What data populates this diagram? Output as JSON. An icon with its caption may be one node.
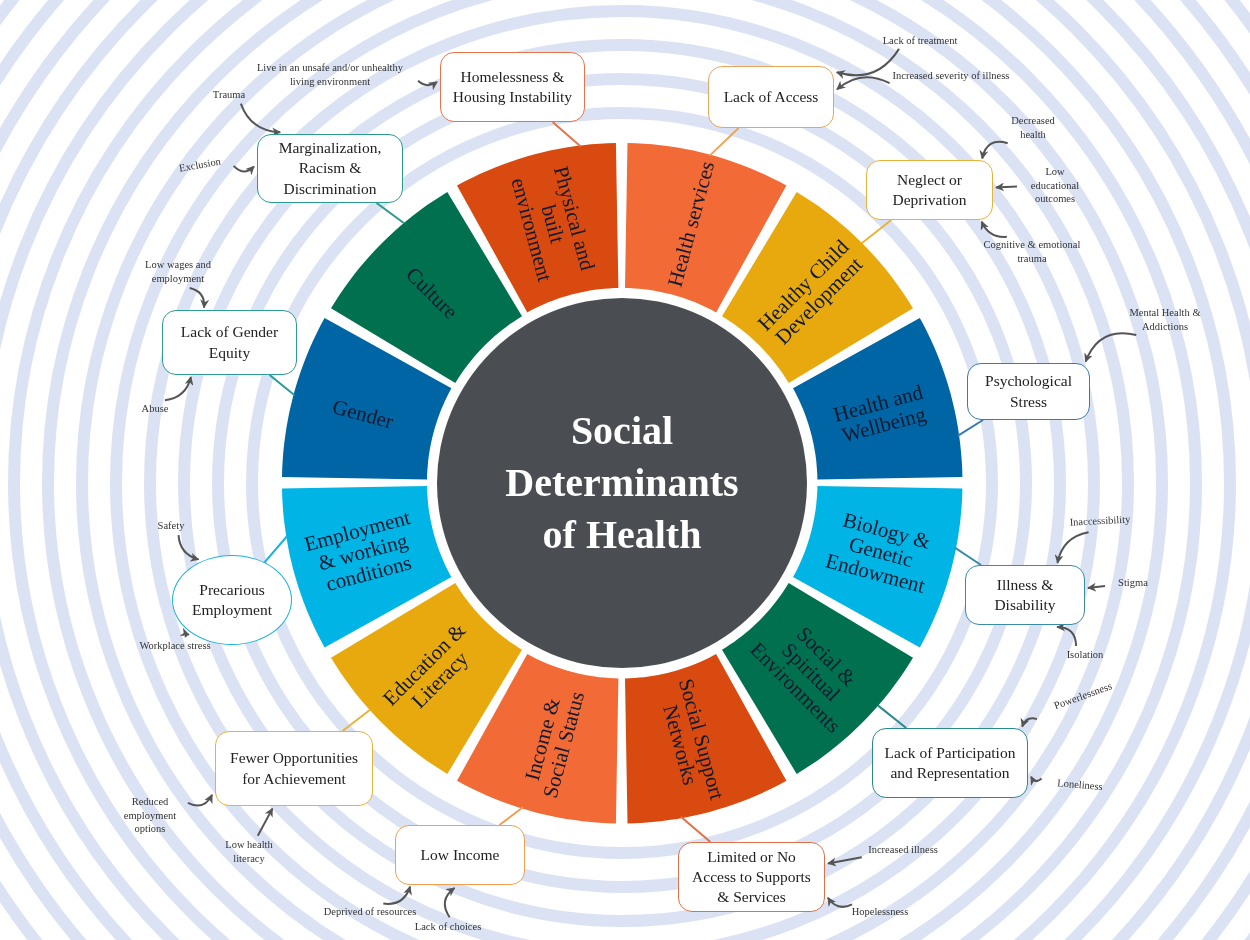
{
  "diagram": {
    "nodes": [
      {
        "text": [
          "Social Determinants of Health"
        ]
      },
      {
        "text": [
          "Health services"
        ]
      },
      {
        "text": [
          "Healthy Child Development"
        ]
      },
      {
        "text": [
          "Health and Wellbeing"
        ]
      },
      {
        "text": [
          "Biology & Genetic Endowment"
        ]
      },
      {
        "text": [
          "Social & Spiritual Environments"
        ]
      },
      {
        "text": [
          "Social Support Networks"
        ]
      },
      {
        "text": [
          "Income & Social Status"
        ]
      },
      {
        "text": [
          "Education & Literacy"
        ]
      },
      {
        "text": [
          "Employment & working conditions"
        ]
      },
      {
        "text": [
          "Gender"
        ]
      },
      {
        "text": [
          "Culture"
        ]
      },
      {
        "text": [
          "Physical and built environment"
        ]
      },
      {
        "text": [
          "Lack of Access"
        ]
      },
      {
        "text": [
          "Neglect or Deprivation"
        ]
      },
      {
        "text": [
          "Psychological Stress"
        ]
      },
      {
        "text": [
          "Illness & Disability"
        ]
      },
      {
        "text": [
          "Lack of Participation and Representation"
        ]
      },
      {
        "text": [
          "Limited or No Access to Supports & Services"
        ]
      },
      {
        "text": [
          "Low Income"
        ]
      },
      {
        "text": [
          "Fewer Opportunities for Achievement"
        ]
      },
      {
        "text": [
          "Precarious Employment"
        ]
      },
      {
        "text": [
          "Lack of Gender Equity"
        ]
      },
      {
        "text": [
          "Marginalization, Racism & Discrimination"
        ]
      },
      {
        "text": [
          "Homelessness & Housing Instability"
        ]
      },
      {
        "text": [
          "Lack of treatment"
        ]
      },
      {
        "text": [
          "Increased severity of illness"
        ]
      },
      {
        "text": [
          "Decreased health"
        ]
      },
      {
        "text": [
          "Low educational outcomes"
        ]
      },
      {
        "text": [
          "Cognitive & emotional trauma"
        ]
      },
      {
        "text": [
          "Mental Health & Addictions"
        ]
      },
      {
        "text": [
          "Inaccessibility"
        ]
      },
      {
        "text": [
          "Stigma"
        ]
      },
      {
        "text": [
          "Isolation"
        ]
      },
      {
        "text": [
          "Powerlessness"
        ]
      },
      {
        "text": [
          "Loneliness"
        ]
      },
      {
        "text": [
          "Increased illness"
        ]
      },
      {
        "text": [
          "Hopelessness"
        ]
      },
      {
        "text": [
          "Deprived of resources"
        ]
      },
      {
        "text": [
          "Lack of choices"
        ]
      },
      {
        "text": [
          "Reduced employment options"
        ]
      },
      {
        "text": [
          "Low health literacy"
        ]
      },
      {
        "text": [
          "Safety"
        ]
      },
      {
        "text": [
          "Workplace stress"
        ]
      },
      {
        "text": [
          "Low wages and employment"
        ]
      },
      {
        "text": [
          "Abuse"
        ]
      },
      {
        "text": [
          "Trauma"
        ]
      },
      {
        "text": [
          "Exclusion"
        ]
      },
      {
        "text": [
          "Live in an unsafe and/or unhealthy living environment"
        ]
      }
    ],
    "edges": [
      {
        "from": 13,
        "to": 1,
        "arrow": "none",
        "color": "#e9a55a"
      },
      {
        "from": 14,
        "to": 2,
        "arrow": "none",
        "color": "#e8b23a"
      },
      {
        "from": 15,
        "to": 3,
        "arrow": "none",
        "color": "#3a7ab0"
      },
      {
        "from": 16,
        "to": 4,
        "arrow": "none",
        "color": "#3a8aa8"
      },
      {
        "from": 17,
        "to": 5,
        "arrow": "none",
        "color": "#2a8a8a"
      },
      {
        "from": 18,
        "to": 6,
        "arrow": "none",
        "color": "#e0704a"
      },
      {
        "from": 19,
        "to": 7,
        "arrow": "none",
        "color": "#f0a050"
      },
      {
        "from": 20,
        "to": 8,
        "arrow": "none",
        "color": "#e8b23a"
      },
      {
        "from": 21,
        "to": 9,
        "arrow": "none",
        "color": "#1ab0e0"
      },
      {
        "from": 22,
        "to": 10,
        "arrow": "none",
        "color": "#2a9a9a"
      },
      {
        "from": 23,
        "to": 11,
        "arrow": "none",
        "color": "#2a9a8a"
      },
      {
        "from": 24,
        "to": 12,
        "arrow": "none",
        "color": "#e8734a"
      },
      {
        "from": 25,
        "to": 13,
        "arrow": "to"
      },
      {
        "from": 26,
        "to": 13,
        "arrow": "to"
      },
      {
        "from": 27,
        "to": 14,
        "arrow": "to"
      },
      {
        "from": 28,
        "to": 14,
        "arrow": "to"
      },
      {
        "from": 29,
        "to": 14,
        "arrow": "to"
      },
      {
        "from": 30,
        "to": 15,
        "arrow": "to"
      },
      {
        "from": 31,
        "to": 16,
        "arrow": "to"
      },
      {
        "from": 32,
        "to": 16,
        "arrow": "to"
      },
      {
        "from": 33,
        "to": 16,
        "arrow": "to"
      },
      {
        "from": 34,
        "to": 17,
        "arrow": "to"
      },
      {
        "from": 35,
        "to": 17,
        "arrow": "to"
      },
      {
        "from": 36,
        "to": 18,
        "arrow": "to"
      },
      {
        "from": 37,
        "to": 18,
        "arrow": "to"
      },
      {
        "from": 38,
        "to": 19,
        "arrow": "to"
      },
      {
        "from": 39,
        "to": 19,
        "arrow": "to"
      },
      {
        "from": 40,
        "to": 20,
        "arrow": "to"
      },
      {
        "from": 41,
        "to": 20,
        "arrow": "to"
      },
      {
        "from": 42,
        "to": 21,
        "arrow": "to"
      },
      {
        "from": 43,
        "to": 21,
        "arrow": "to"
      },
      {
        "from": 44,
        "to": 22,
        "arrow": "to"
      },
      {
        "from": 45,
        "to": 22,
        "arrow": "to"
      },
      {
        "from": 46,
        "to": 23,
        "arrow": "to"
      },
      {
        "from": 47,
        "to": 23,
        "arrow": "to"
      },
      {
        "from": 48,
        "to": 24,
        "arrow": "to"
      }
    ]
  }
}
